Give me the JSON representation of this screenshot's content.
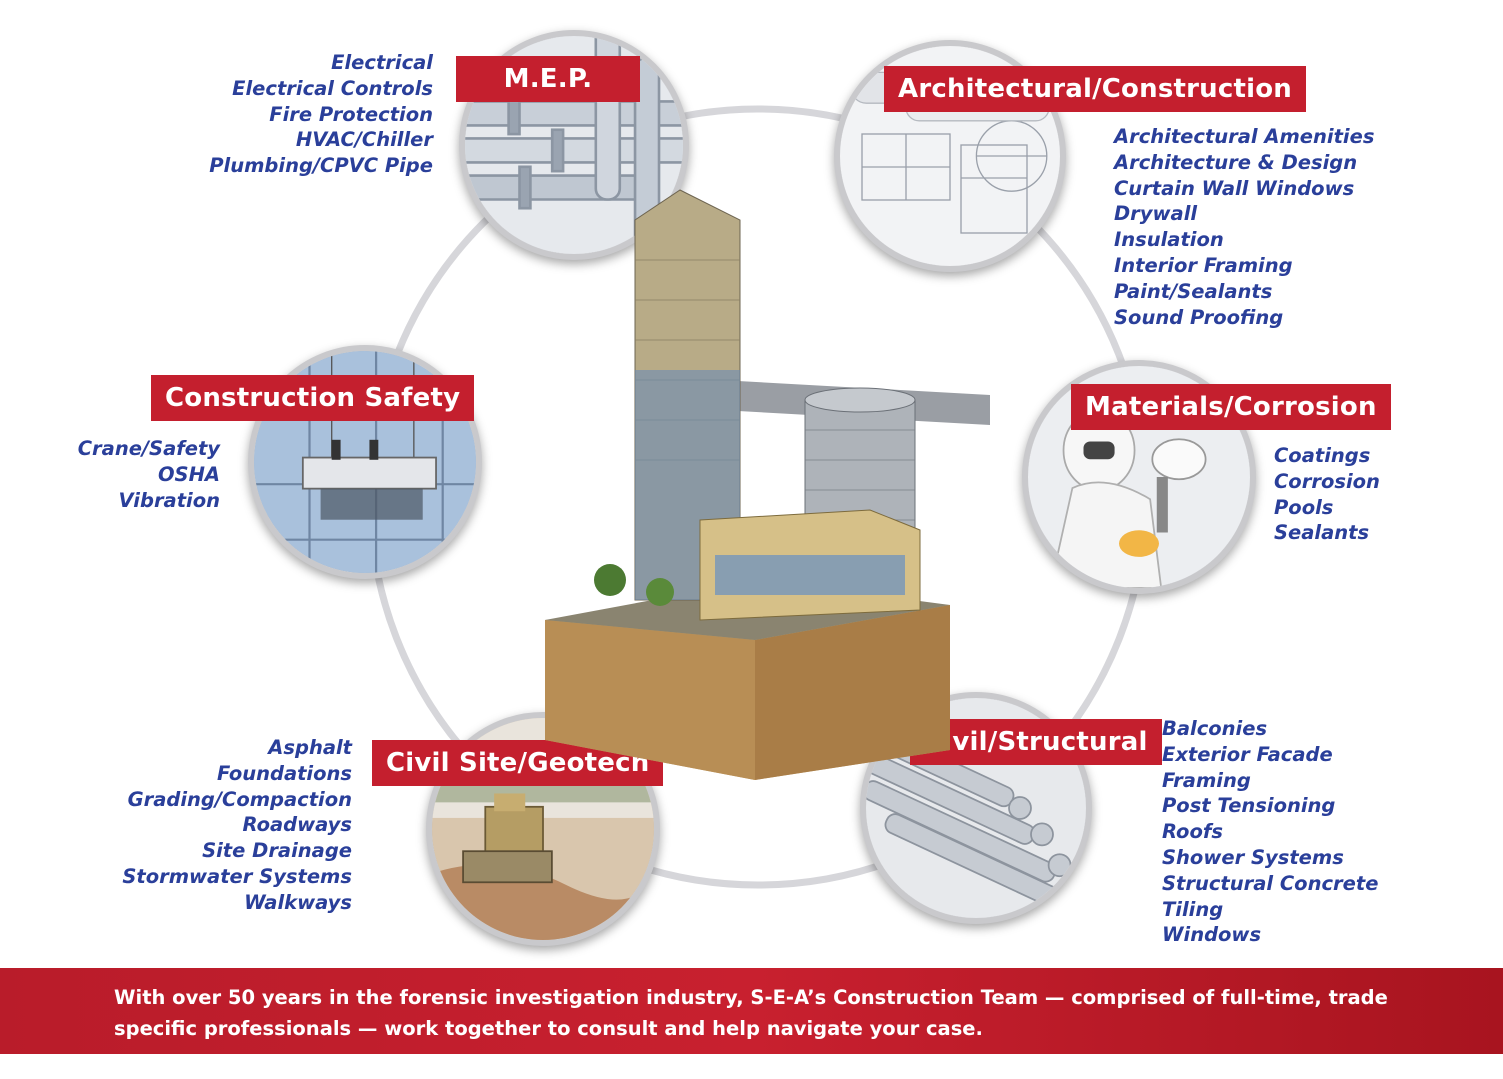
{
  "categories": {
    "mep": {
      "label": "M.E.P.",
      "items": [
        "Electrical",
        "Electrical Controls",
        "Fire Protection",
        "HVAC/Chiller",
        "Plumbing/CPVC Pipe"
      ]
    },
    "architectural": {
      "label": "Architectural/Construction",
      "items": [
        "Architectural Amenities",
        "Architecture & Design",
        "Curtain Wall Windows",
        "Drywall",
        "Insulation",
        "Interior Framing",
        "Paint/Sealants",
        "Sound Proofing"
      ]
    },
    "safety": {
      "label": "Construction Safety",
      "items": [
        "Crane/Safety",
        "OSHA",
        "Vibration"
      ]
    },
    "materials": {
      "label": "Materials/Corrosion",
      "items": [
        "Coatings",
        "Corrosion",
        "Pools",
        "Sealants"
      ]
    },
    "civil_site": {
      "label": "Civil Site/Geotech",
      "items": [
        "Asphalt",
        "Foundations",
        "Grading/Compaction",
        "Roadways",
        "Site Drainage",
        "Stormwater Systems",
        "Walkways"
      ]
    },
    "civil_structural": {
      "label": "Civil/Structural",
      "items": [
        "Balconies",
        "Exterior Facade",
        "Framing",
        "Post Tensioning",
        "Roofs",
        "Shower Systems",
        "Structural Concrete",
        "Tiling",
        "Windows"
      ]
    }
  },
  "footer": {
    "text": "With over 50 years in the forensic investigation industry, S-E-A’s Construction Team — comprised of full-time, trade specific professionals — work together to consult and help navigate your case."
  },
  "colors": {
    "accent_red": "#c41f2e",
    "list_blue": "#2a3f9a",
    "ring_gray": "#d4d4d8"
  },
  "icons": {
    "mep": "pipes-illustration",
    "architectural": "blueprint-illustration",
    "safety": "window-cleaning-gondola-illustration",
    "materials": "spray-painter-illustration",
    "civil_site": "bulldozer-illustration",
    "civil_structural": "rebar-illustration",
    "center": "skyscraper-construction-site-illustration"
  }
}
